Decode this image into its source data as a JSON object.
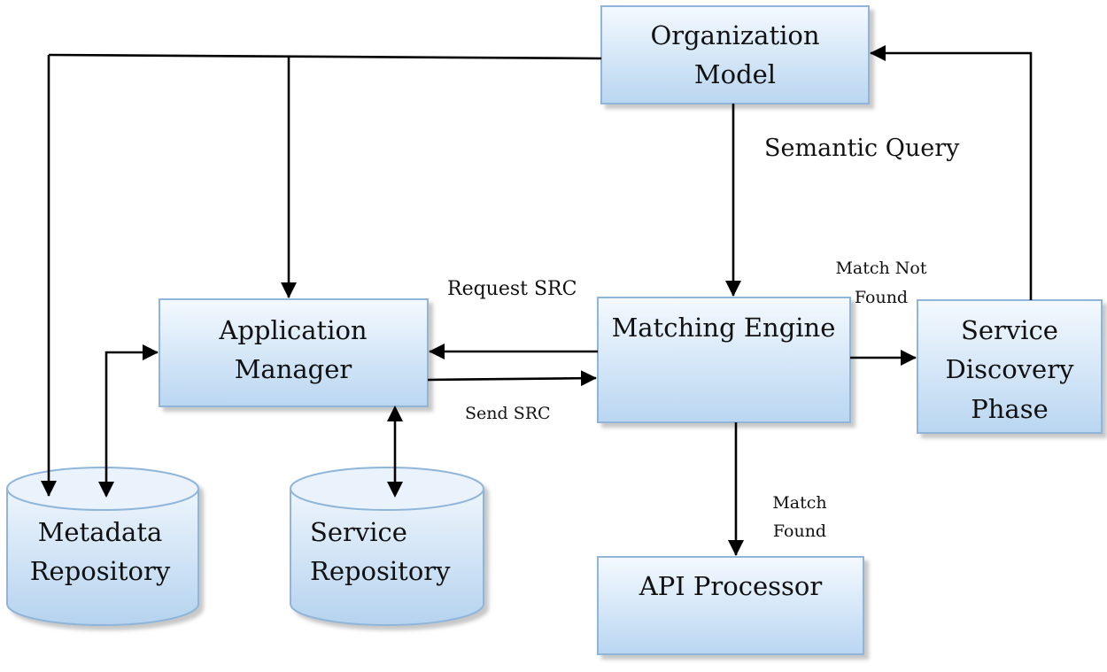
{
  "nodes": {
    "organization_model": {
      "line1": "Organization",
      "line2": "Model"
    },
    "application_manager": {
      "line1": "Application",
      "line2": "Manager"
    },
    "matching_engine": {
      "line1": "Matching Engine"
    },
    "service_discovery_phase": {
      "line1": "Service",
      "line2": "Discovery",
      "line3": "Phase"
    },
    "metadata_repository": {
      "line1": "Metadata",
      "line2": "Repository"
    },
    "service_repository": {
      "line1": "Service",
      "line2": "Repository"
    },
    "api_processor": {
      "line1": "API Processor"
    }
  },
  "edge_labels": {
    "semantic_query": "Semantic Query",
    "request_src": "Request SRC",
    "send_src": "Send SRC",
    "match_not_found_1": "Match Not",
    "match_not_found_2": "Found",
    "match_found_1": "Match",
    "match_found_2": "Found"
  },
  "colors": {
    "box_fill_top": "#f4f9fe",
    "box_fill_bottom": "#b9d6f1",
    "box_border": "#8fb6da",
    "arrow": "#000000"
  }
}
